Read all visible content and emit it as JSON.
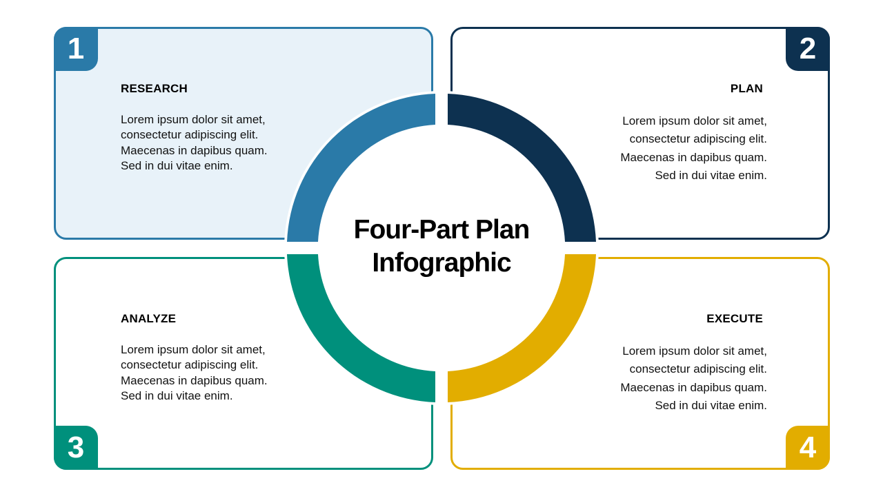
{
  "center": {
    "title_line1": "Four-Part Plan",
    "title_line2": "Infographic"
  },
  "colors": {
    "step1": "#2a7aa8",
    "step2": "#0d3150",
    "step3": "#00907c",
    "step4": "#e2ad00",
    "step1_fill": "#e8f2f9"
  },
  "steps": [
    {
      "number": "1",
      "heading": "RESEARCH",
      "lines": [
        "Lorem ipsum dolor sit amet,",
        "consectetur adipiscing elit.",
        "Maecenas in dapibus quam.",
        "Sed in dui vitae enim."
      ]
    },
    {
      "number": "2",
      "heading": "PLAN",
      "lines": [
        "Lorem ipsum dolor sit amet,",
        "consectetur adipiscing elit.",
        "Maecenas in dapibus quam.",
        "Sed in dui vitae enim."
      ]
    },
    {
      "number": "3",
      "heading": "ANALYZE",
      "lines": [
        "Lorem ipsum dolor sit amet,",
        "consectetur adipiscing elit.",
        "Maecenas in dapibus quam.",
        "Sed in dui vitae enim."
      ]
    },
    {
      "number": "4",
      "heading": "EXECUTE",
      "lines": [
        "Lorem ipsum dolor sit amet,",
        "consectetur adipiscing elit.",
        "Maecenas in dapibus quam.",
        "Sed in dui vitae enim."
      ]
    }
  ]
}
